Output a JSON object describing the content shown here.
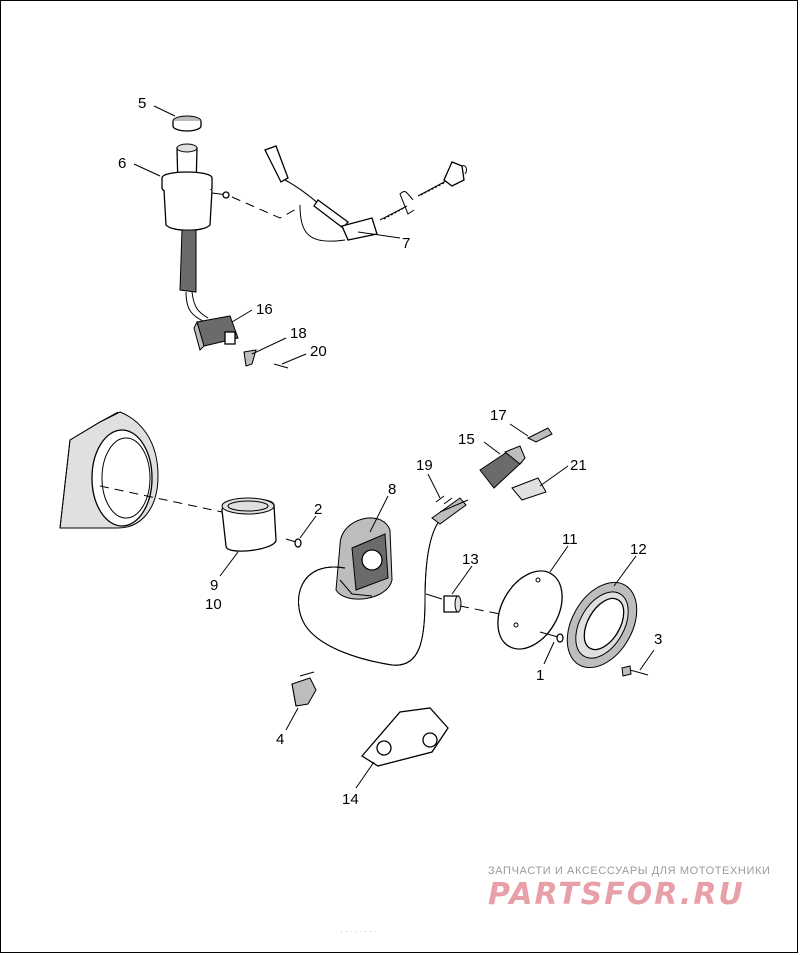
{
  "callouts": {
    "c1": "1",
    "c2": "2",
    "c3": "3",
    "c4": "4",
    "c5": "5",
    "c6": "6",
    "c7": "7",
    "c8": "8",
    "c9": "9",
    "c10": "10",
    "c11": "11",
    "c12": "12",
    "c13": "13",
    "c14": "14",
    "c15": "15",
    "c16": "16",
    "c17": "17",
    "c18": "18",
    "c19": "19",
    "c20": "20",
    "c21": "21"
  },
  "watermark": {
    "tagline": "ЗАПЧАСТИ И АКСЕССУАРЫ ДЛЯ МОТОТЕХНИКИ",
    "logo": "PARTSFOR.RU"
  },
  "footer_text": "·  ·  ·   ·  ·   ·  ·  ·"
}
